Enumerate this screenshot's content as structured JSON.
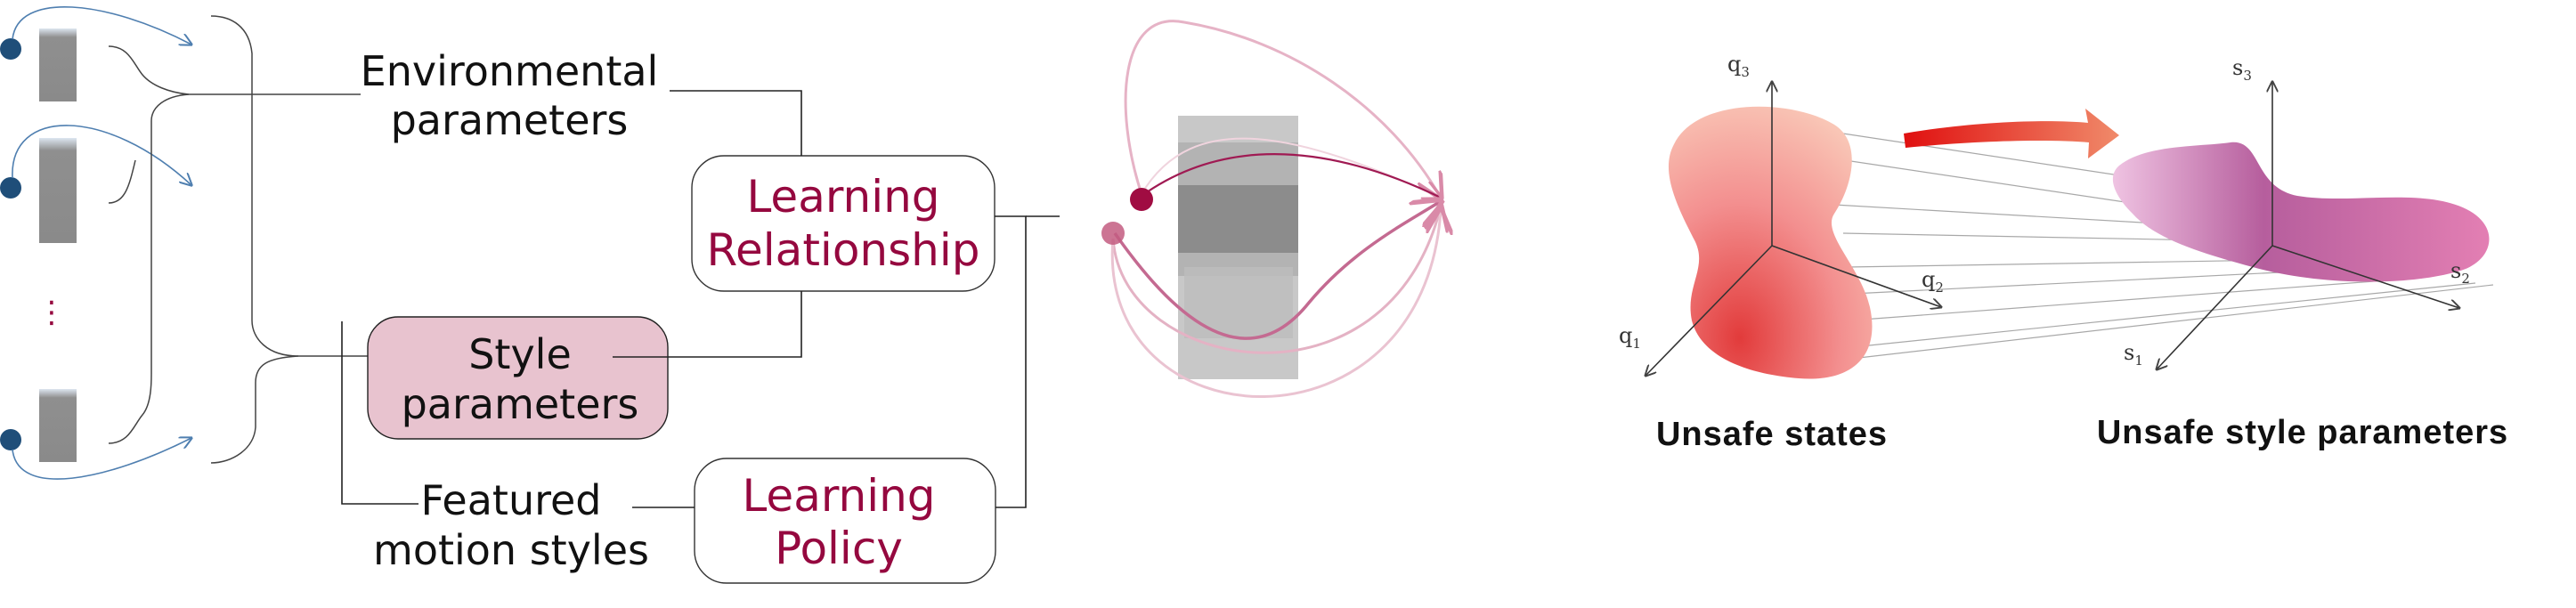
{
  "left": {
    "environmental_parameters": [
      "Environmental",
      "parameters"
    ],
    "style_parameters": [
      "Style",
      "parameters"
    ],
    "featured_motion_styles": [
      "Featured",
      "motion styles"
    ],
    "learning_relationship": [
      "Learning",
      "Relationship"
    ],
    "learning_policy": [
      "Learning",
      "Policy"
    ],
    "ellipsis": "⋮"
  },
  "right": {
    "unsafe_states_caption": "Unsafe states",
    "unsafe_style_caption": "Unsafe style parameters",
    "q_axes": {
      "q1": "q",
      "q1_sub": "1",
      "q2": "q",
      "q2_sub": "2",
      "q3": "q",
      "q3_sub": "3"
    },
    "s_axes": {
      "s1": "s",
      "s1_sub": "1",
      "s2": "s",
      "s2_sub": "2",
      "s3": "s",
      "s3_sub": "3"
    }
  },
  "colors": {
    "accent": "#95083f",
    "style_fill": "#e8c3cf",
    "dot_blue": "#1f4e79",
    "arrow_blue": "#4f7fb0",
    "frame_gray": "#8a8a8a",
    "pink_traj": "#e0a6bc",
    "state_red": "#e84a4a",
    "style_violet": "#c067a6"
  }
}
